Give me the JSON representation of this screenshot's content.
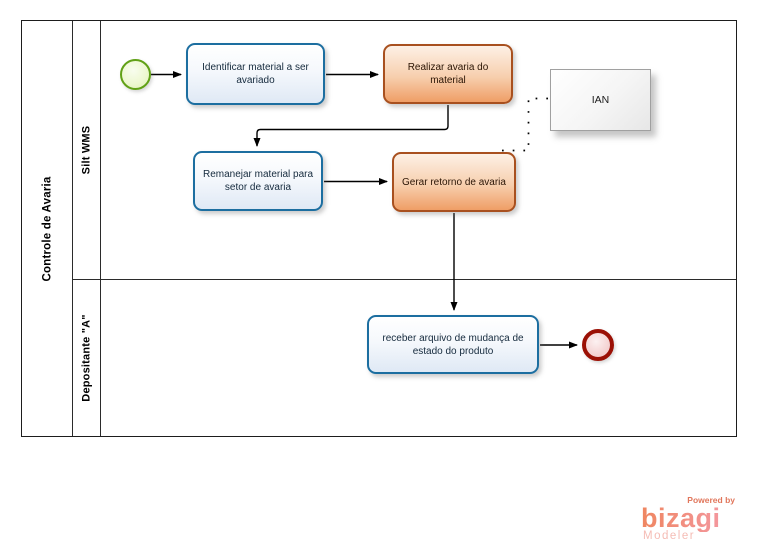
{
  "diagram": {
    "pool_title": "Controle de Avaria",
    "lanes": [
      {
        "label": "Silt WMS"
      },
      {
        "label": "Depositante \"A\""
      }
    ],
    "tasks": {
      "identificar": {
        "label": "Identificar material a ser avariado",
        "type": "task",
        "color": "blue"
      },
      "realizar": {
        "label": "Realizar avaria do material",
        "type": "task",
        "color": "orange"
      },
      "remanejar": {
        "label": "Remanejar material para setor de avaria",
        "type": "task",
        "color": "blue"
      },
      "gerar": {
        "label": "Gerar retorno de avaria",
        "type": "task",
        "color": "orange"
      },
      "receber": {
        "label": "receber arquivo de mudança de estado do produto",
        "type": "task",
        "color": "blue"
      }
    },
    "data_object": {
      "label": "IAN"
    },
    "events": {
      "start": {
        "kind": "start-event",
        "color": "#61a117"
      },
      "end": {
        "kind": "end-event",
        "color": "#9b1005"
      }
    }
  },
  "colors": {
    "task_blue_border": "#1c6ea0",
    "task_blue_fill": "#dfe9f5",
    "task_orange_border": "#a8501f",
    "task_orange_fill": "#ef9e66",
    "start_event_border": "#61a117",
    "start_event_fill": "#dff0b4",
    "end_event_border": "#9b1005",
    "end_event_fill": "#eec2c2",
    "data_box_border": "#a0a0a0",
    "logo_coral": "#ef8660",
    "logo_pink": "#f59cb0"
  },
  "logo": {
    "powered_by": "Powered by",
    "brand": "bizagi",
    "product": "Modeler"
  }
}
